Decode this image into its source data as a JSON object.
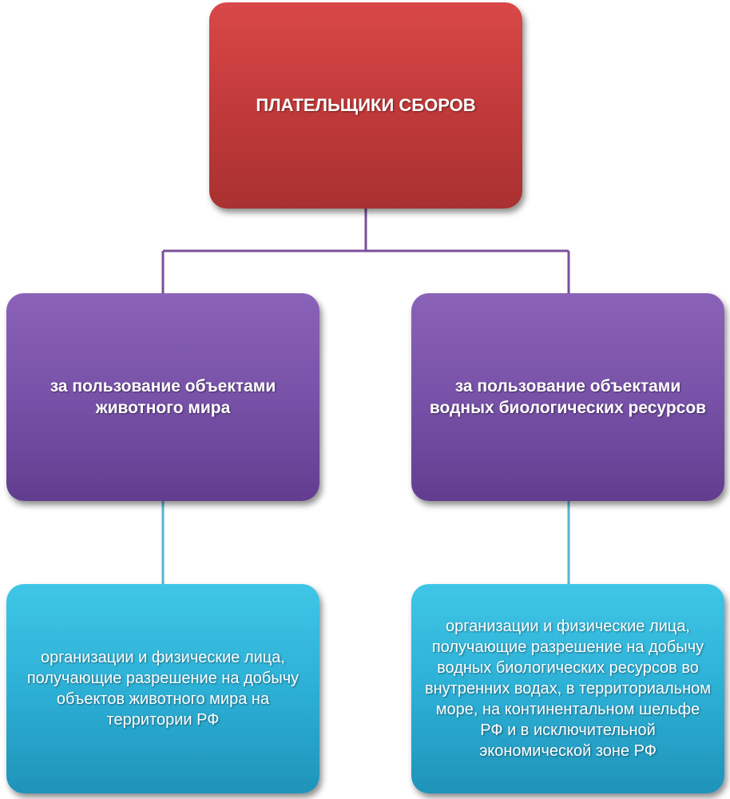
{
  "diagram": {
    "root": {
      "label": "ПЛАТЕЛЬЩИКИ СБОРОВ",
      "color": "#c23a3a"
    },
    "categories": [
      {
        "label": "за пользование объектами животного мира",
        "color": "#7852a8",
        "payer": {
          "label": "организации и физические лица, получающие разрешение  на добычу объектов животного мира на территории РФ",
          "color": "#2db0d6"
        }
      },
      {
        "label": "за пользование объектами водных биологических ресурсов",
        "color": "#7852a8",
        "payer": {
          "label": "организации и физические лица, получающие разрешение  на добычу водных биологических ресурсов во внутренних водах, в территориальном море, на континентальном шельфе РФ и в исключительной экономической зоне РФ",
          "color": "#2db0d6"
        }
      }
    ],
    "connector_colors": {
      "root_to_category": "#7b4f9a",
      "category_to_payer": "#52b7cf"
    }
  }
}
